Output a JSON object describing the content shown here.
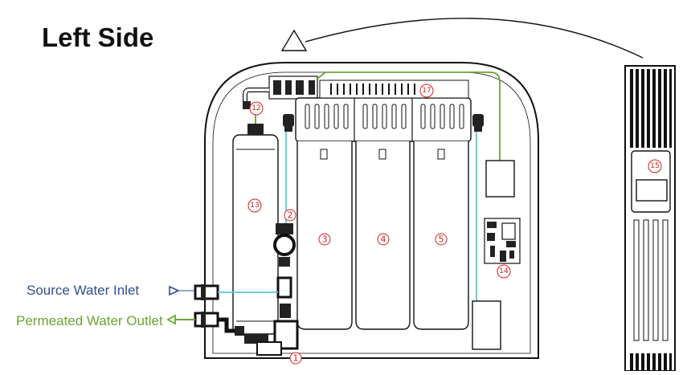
{
  "title": "Left Side",
  "labels": {
    "inlet": "Source Water Inlet",
    "outlet": "Permeated Water Outlet"
  },
  "callouts": {
    "c1": "1",
    "c2": "2",
    "c3": "3",
    "c4": "4",
    "c5": "5",
    "c12": "12",
    "c13": "13",
    "c14": "14",
    "c15": "15",
    "c17": "17"
  },
  "colors": {
    "inlet": "#2f4e8f",
    "outlet": "#6aa532",
    "callout": "#d22020",
    "tube_blue": "#5cc6d6",
    "tube_green": "#6aa532"
  }
}
